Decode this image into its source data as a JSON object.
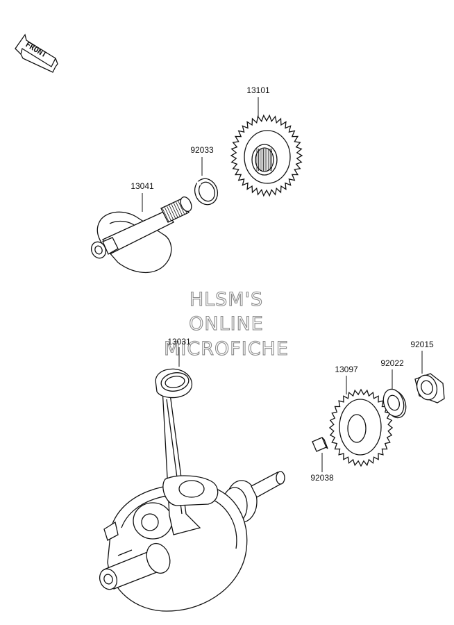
{
  "direction_marker": {
    "text": "FRONT"
  },
  "watermark": {
    "line1": "HLSM'S",
    "line2": "ONLINE",
    "line3": "MICROFICHE"
  },
  "parts": {
    "p13101": "13101",
    "p92033": "92033",
    "p13041": "13041",
    "p13031": "13031",
    "p13097": "13097",
    "p92022": "92022",
    "p92015": "92015",
    "p92038": "92038"
  }
}
